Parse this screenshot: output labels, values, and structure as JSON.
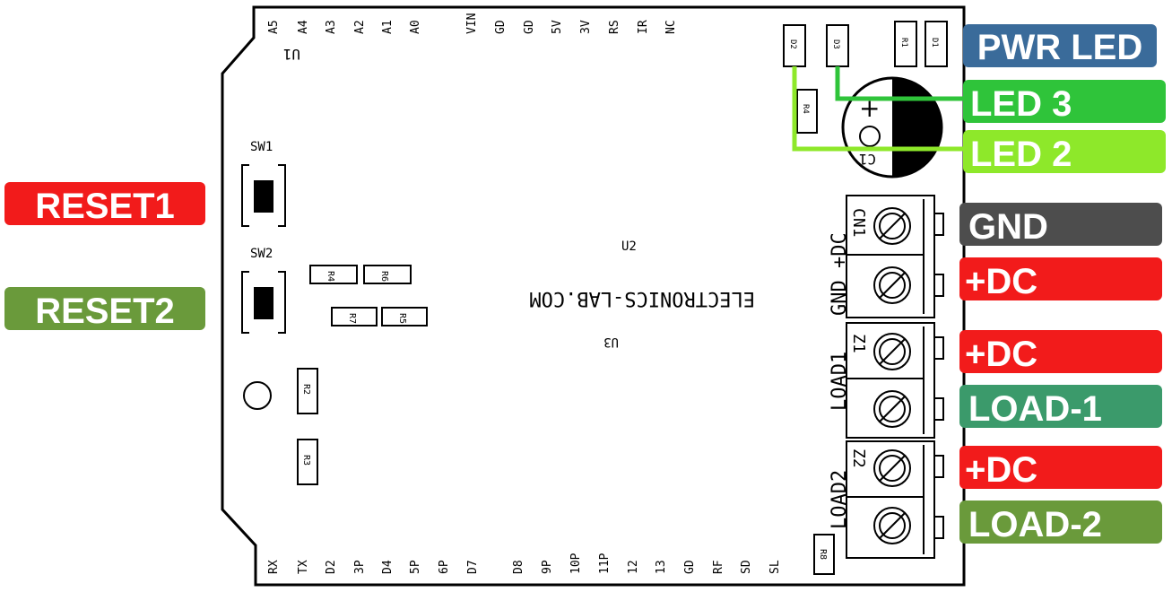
{
  "board": {
    "brand_text": "ELECTRONICS-LAB.COM",
    "u1": "U1",
    "u2": "U2",
    "u3": "U3",
    "sw1": "SW1",
    "sw2": "SW2",
    "top_pins": [
      "A5",
      "A4",
      "A3",
      "A2",
      "A1",
      "A0",
      "VIN",
      "GD",
      "GD",
      "5V",
      "3V",
      "RS",
      "IR",
      "NC"
    ],
    "bottom_pins": [
      "RX",
      "TX",
      "D2",
      "3P",
      "D4",
      "5P",
      "6P",
      "D7",
      "D8",
      "9P",
      "10P",
      "11P",
      "12",
      "13",
      "GD",
      "RF",
      "SD",
      "SL"
    ],
    "components": {
      "d2": "D2",
      "d3": "D3",
      "r1": "R1",
      "d1": "D1",
      "r4_top": "R4",
      "c1": "C1",
      "c1_plus": "+",
      "r4": "R4",
      "r6": "R6",
      "r7": "R7",
      "r5": "R5",
      "r2": "R2",
      "r3": "R3",
      "r8": "R8"
    },
    "terminals": {
      "cn1_name": "CN1",
      "cn1_side": "GND   +DC",
      "z1_name": "Z1",
      "z1_side": "LOAD1",
      "z2_name": "Z2",
      "z2_side": "LOAD2"
    }
  },
  "labels": {
    "pwr_led": "PWR LED",
    "led3": "LED 3",
    "led2": "LED 2",
    "gnd": "GND",
    "dc1": "+DC",
    "dc2": "+DC",
    "load1": "LOAD-1",
    "dc3": "+DC",
    "load2": "LOAD-2",
    "reset1": "RESET1",
    "reset2": "RESET2"
  },
  "colors": {
    "blue": "#3a6b9a",
    "green_bright": "#2fc43a",
    "green_lime": "#8ee82a",
    "gray": "#4d4d4d",
    "red": "#f21b1b",
    "teal": "#3b9a6b",
    "olive": "#6a9a3b"
  }
}
